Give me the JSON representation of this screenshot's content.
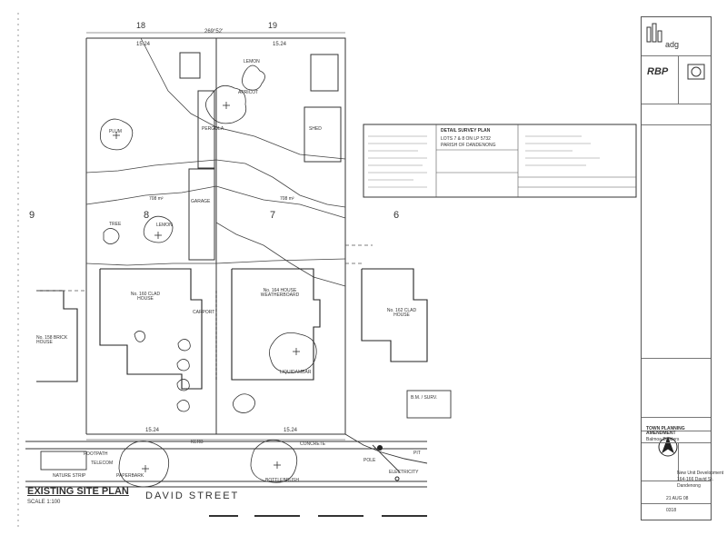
{
  "plan": {
    "lot_numbers": {
      "lot18": "18",
      "lot19": "19",
      "lot8": "8",
      "lot7": "7",
      "lot9": "9",
      "lot6": "6"
    },
    "dimensions": {
      "top_left": "15.24",
      "top_right": "15.24",
      "bottom_left": "15.24",
      "bottom_right": "15.24",
      "top_bearing": "269°52'",
      "area_lot8": "708 m²",
      "area_lot7": "708 m²"
    },
    "labels": {
      "lemon": "LEMON",
      "apricot": "APRICOT",
      "plum": "PLUM",
      "lemon2": "LEMON",
      "house_left": "No. 160 CLAD HOUSE",
      "house_center": "No. 164 HOUSE WEATHERBOARD",
      "house_right": "No. 162 CLAD HOUSE",
      "brick_house": "No. 158 BRICK HOUSE",
      "carport": "CARPORT",
      "pergola": "PERGOLA",
      "garage": "GARAGE",
      "shed": "SHED",
      "liquidambar": "LIQUIDAMBAR",
      "tree": "TREE",
      "footpath": "FOOTPATH",
      "kerb": "KERB",
      "concrete": "CONCRETE",
      "pole": "POLE",
      "pit": "PIT",
      "telecom": "TELECOM",
      "electricity": "ELECTRICITY",
      "nature_strip": "NATURE STRIP",
      "paperbark": "PAPERBARK",
      "bottlebrush": "BOTTLEBRUSH",
      "bm": "B.M. / SURV."
    },
    "title": "EXISTING SITE PLAN",
    "scale": "SCALE 1:100",
    "street": "DAVID  STREET"
  },
  "survey_box": {
    "heading": "DETAIL SURVEY PLAN",
    "sub1": "LOTS 7 & 8 ON LP 5732",
    "sub2": "PARISH OF DANDENONG"
  },
  "title_block": {
    "logo_text": "adg",
    "rbp": "RBP",
    "purpose": "TOWN PLANNING AMENDMENT",
    "client": "Balmoa Builders",
    "project_line1": "New Unit Development",
    "project_line2": "164-166 David St.",
    "project_line3": "Dandenong",
    "date": "21 AUG 08",
    "job": "0318"
  }
}
